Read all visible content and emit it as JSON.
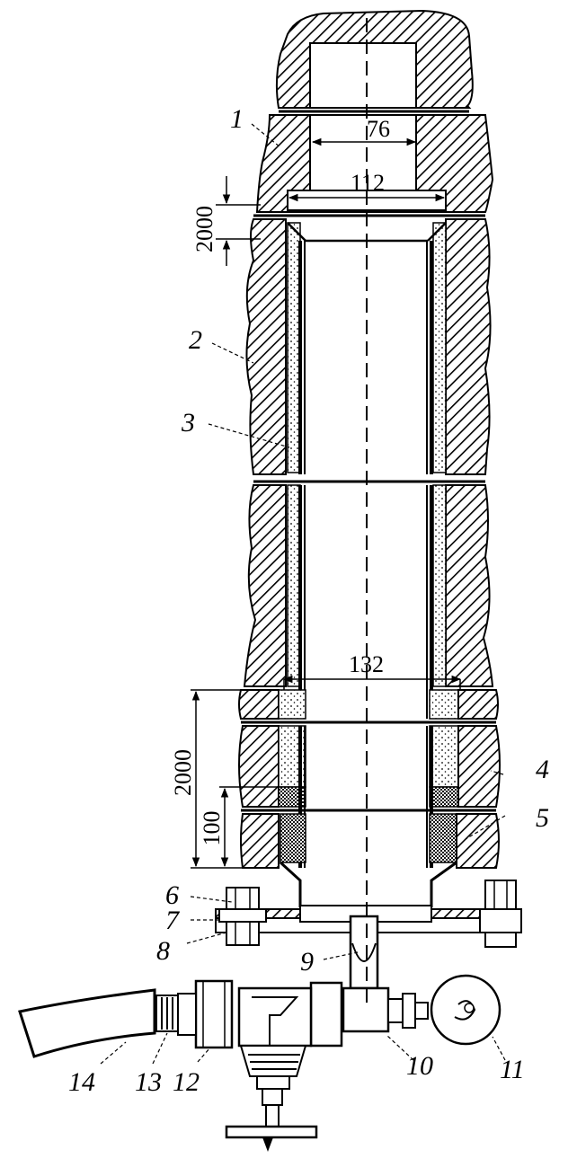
{
  "dimensions": {
    "top_inner": "76",
    "top_outer": "112",
    "lower_width": "132",
    "upper_length": "2000",
    "lower_length": "2000",
    "small_length": "100"
  },
  "labels": [
    "1",
    "2",
    "3",
    "4",
    "5",
    "6",
    "7",
    "8",
    "9",
    "10",
    "11",
    "12",
    "13",
    "14"
  ]
}
